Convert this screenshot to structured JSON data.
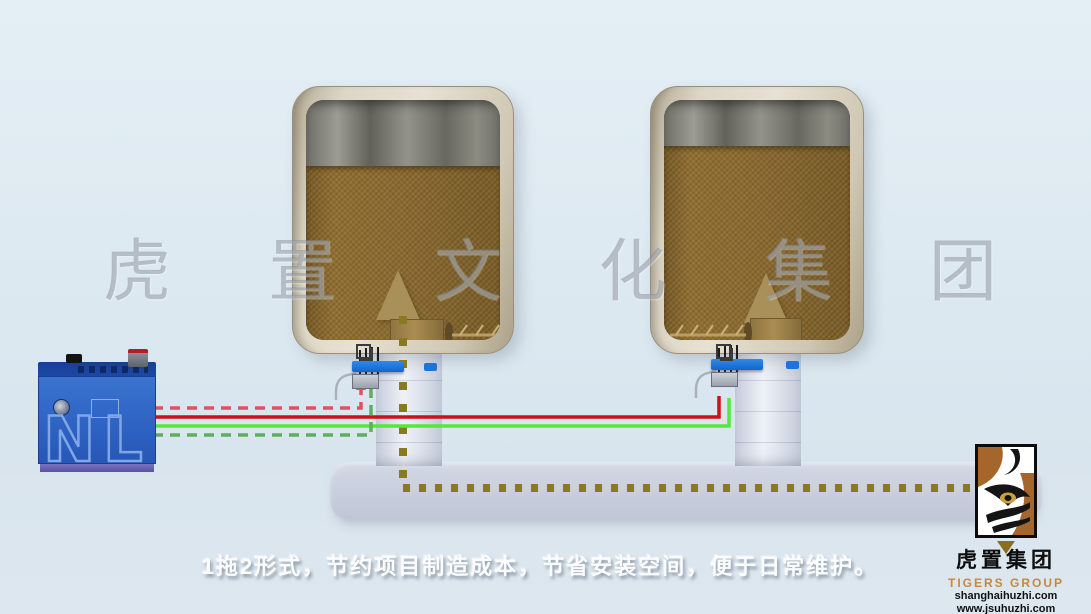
{
  "subtitle": {
    "text": "1拖2形式，节约项目制造成本，节省安装空间，便于日常维护。"
  },
  "watermark": {
    "chars": [
      "虎",
      "置",
      "文",
      "化",
      "集",
      "团"
    ]
  },
  "machine": {
    "label": "NL"
  },
  "logo": {
    "company_cn": "虎置集团",
    "company_en": "TIGERS GROUP",
    "domain1": "shanghaihuzhi.com",
    "domain2": "www.jsuhuzhi.com"
  },
  "colors": {
    "red_solid": "#cc1018",
    "red_dashed": "#e25060",
    "green_solid": "#55e83c",
    "green_dashed": "#5fae5f",
    "olive_dotted": "#8a7a1f",
    "tube_black": "#1c1c1c",
    "hook_gray": "#aab0bc"
  }
}
